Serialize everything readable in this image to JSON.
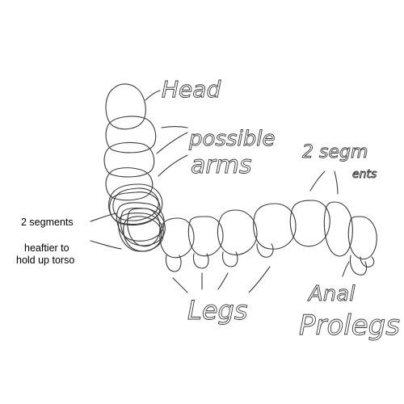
{
  "labels": {
    "head": "Head",
    "possible": "possible",
    "arms": "arms",
    "two_segm": "2 segm",
    "ents": "ents",
    "legs": "Legs",
    "anal": "Anal",
    "prolegs": "Prolegs",
    "two_segments": "2 segments",
    "heaftier_line1": "heaftier to",
    "heaftier_line2": "hold up torso"
  },
  "colors": {
    "ink": "#3a3a3a",
    "typed_text": "#000000",
    "background": "#ffffff"
  }
}
